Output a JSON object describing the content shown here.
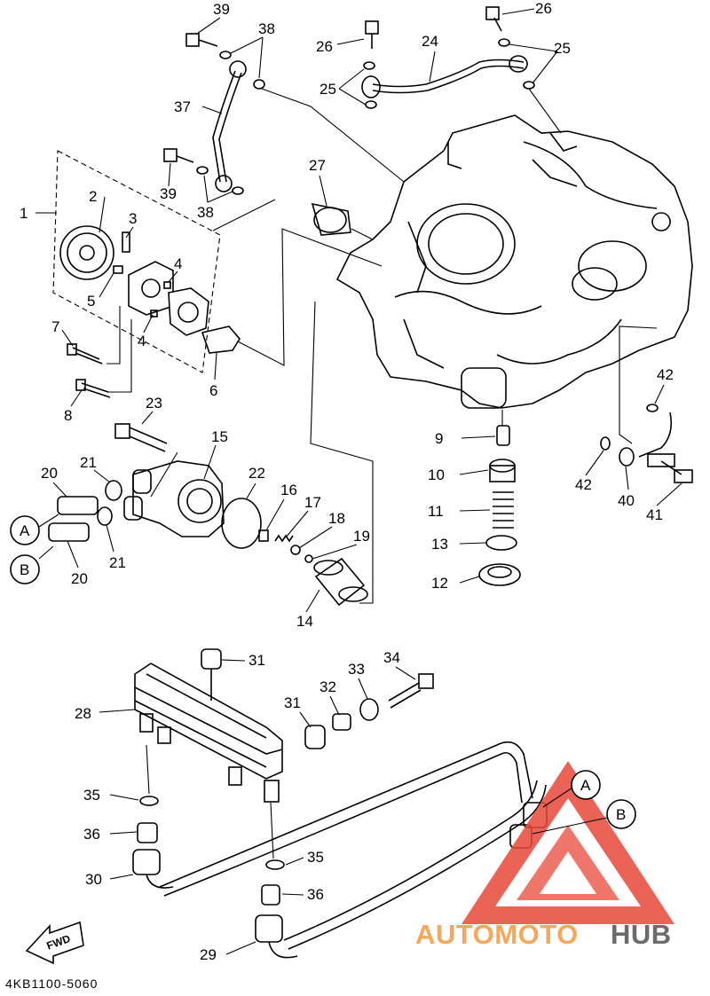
{
  "diagram": {
    "callouts": [
      "1",
      "2",
      "3",
      "4",
      "4",
      "5",
      "6",
      "7",
      "8",
      "9",
      "10",
      "11",
      "12",
      "13",
      "14",
      "15",
      "16",
      "17",
      "18",
      "19",
      "20",
      "20",
      "21",
      "21",
      "22",
      "23",
      "24",
      "25",
      "25",
      "26",
      "26",
      "27",
      "28",
      "29",
      "30",
      "31",
      "31",
      "32",
      "33",
      "34",
      "35",
      "35",
      "36",
      "36",
      "37",
      "38",
      "38",
      "39",
      "39",
      "40",
      "41",
      "42",
      "42"
    ],
    "connector_refs": {
      "a_left": "A",
      "b_left": "B",
      "a_right": "A",
      "b_right": "B"
    },
    "front_arrow_label": "FWD",
    "drawing_code": "4KB1100-5060",
    "watermark": {
      "part1": "AUTOMOTO",
      "part2": "HUB",
      "color_red": "#e8483a",
      "color_orange": "#f5a85c",
      "color_gray": "#6b6b6b"
    }
  }
}
